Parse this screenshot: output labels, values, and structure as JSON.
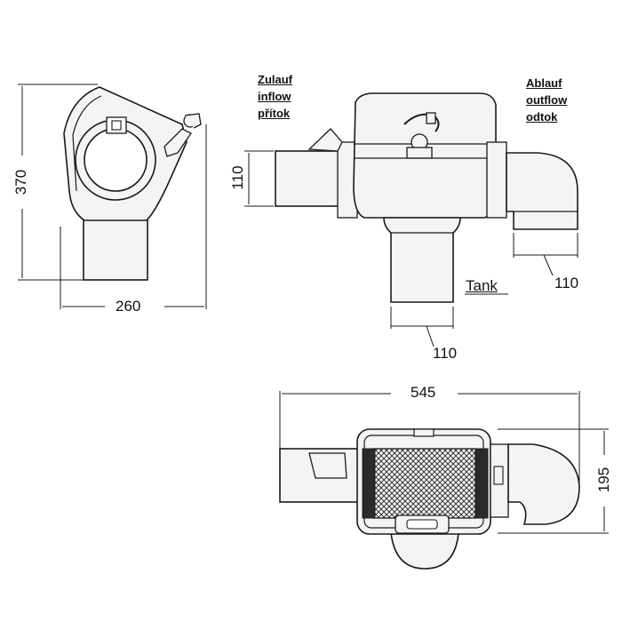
{
  "labels": {
    "inflow": [
      "Zulauf",
      "inflow",
      "přítok"
    ],
    "outflow": [
      "Ablauf",
      "outflow",
      "odtok"
    ],
    "tank": "Tank"
  },
  "dimensions": {
    "side_height": "370",
    "side_width": "260",
    "inlet_diameter": "110",
    "outlet_diameter": "110",
    "tank_pipe_diameter": "110",
    "total_length": "545",
    "top_width": "195"
  },
  "colors": {
    "line": "#1a1a1a",
    "fill": "#f4f4f4",
    "mesh": "#3a3a3a"
  }
}
